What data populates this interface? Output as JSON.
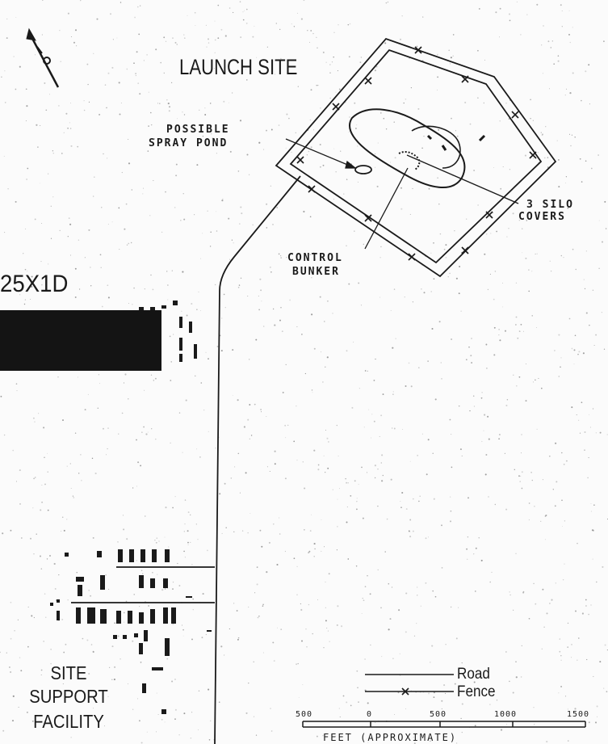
{
  "map": {
    "launch_site_label": "LAUNCH SITE",
    "spray_pond_label_line1": "POSSIBLE",
    "spray_pond_label_line2": "SPRAY POND",
    "silo_label_line1": "3 SILO",
    "silo_label_line2": "COVERS",
    "control_bunker_line1": "CONTROL",
    "control_bunker_line2": "BUNKER",
    "redaction_code": "25X1D",
    "support_line1": "SITE",
    "support_line2": "SUPPORT",
    "support_line3": "FACILITY"
  },
  "legend": {
    "road": "Road",
    "fence": "Fence"
  },
  "scale": {
    "ticks": [
      "500",
      "0",
      "500",
      "1000",
      "1500"
    ],
    "unit_label": "FEET (APPROXIMATE)"
  },
  "colors": {
    "ink": "#1a1a1a",
    "paper": "#fbfbfb"
  }
}
